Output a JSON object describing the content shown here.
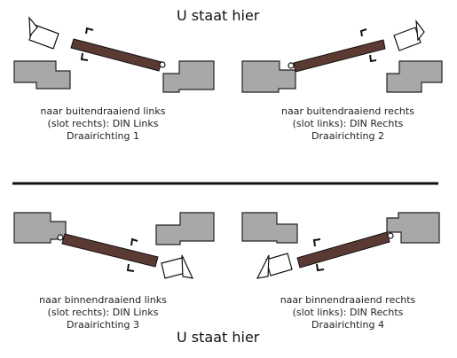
{
  "headings": {
    "top": "U staat hier",
    "bottom": "U staat hier"
  },
  "diagrams": [
    {
      "line1": "naar buitendraaiend links",
      "line2": "(slot rechts): DIN Links",
      "line3": "Draairichting 1"
    },
    {
      "line1": "naar buitendraaiend rechts",
      "line2": "(slot links): DIN Rechts",
      "line3": "Draairichting 2"
    },
    {
      "line1": "naar binnendraaiend links",
      "line2": "(slot rechts): DIN Links",
      "line3": "Draairichting 3"
    },
    {
      "line1": "naar binnendraaiend rechts",
      "line2": "(slot links): DIN Rechts",
      "line3": "Draairichting 4"
    }
  ],
  "colors": {
    "wall": "#a8a8a8",
    "door": "#5a3a32",
    "divider": "#111111"
  },
  "icons": [
    "wall-block",
    "door-leaf",
    "door-handle",
    "hinge",
    "rotation-arrow"
  ]
}
